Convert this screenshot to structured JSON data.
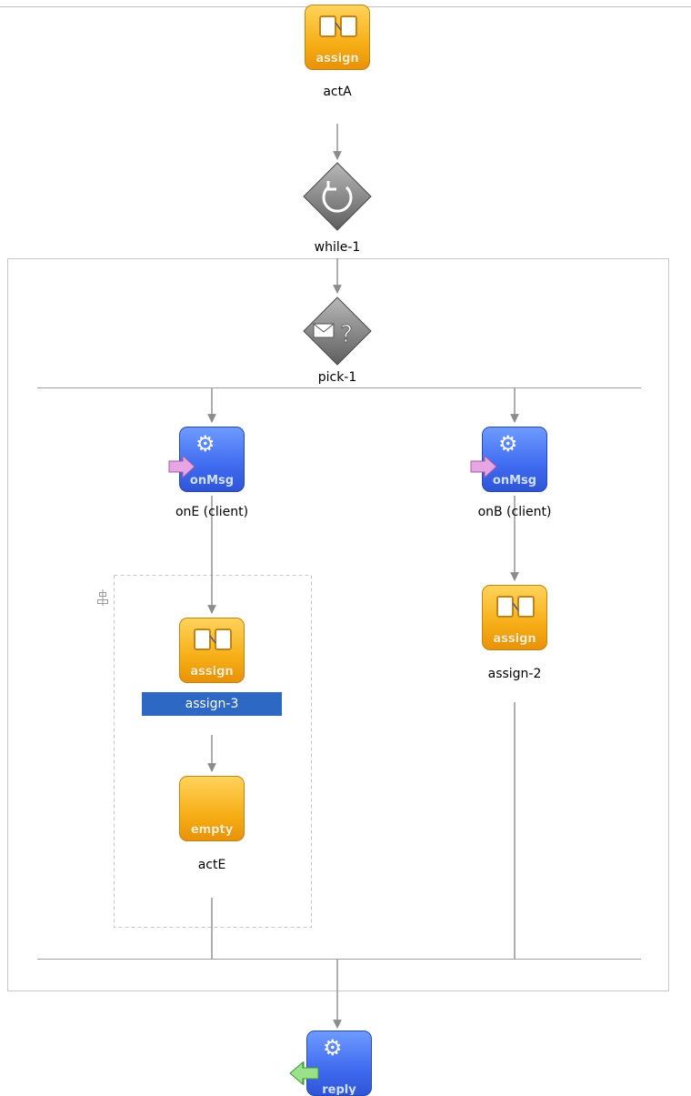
{
  "nodes": {
    "actA": {
      "label": "actA",
      "kind": "assign",
      "caption": "assign"
    },
    "while1": {
      "label": "while-1",
      "kind": "while"
    },
    "pick1": {
      "label": "pick-1",
      "kind": "pick"
    },
    "onE": {
      "label": "onE (client)",
      "kind": "onMessage",
      "caption": "onMsg"
    },
    "onB": {
      "label": "onB (client)",
      "kind": "onMessage",
      "caption": "onMsg"
    },
    "assign3": {
      "label": "assign-3",
      "kind": "assign",
      "caption": "assign",
      "selected": true
    },
    "assign2": {
      "label": "assign-2",
      "kind": "assign",
      "caption": "assign"
    },
    "actE": {
      "label": "actE",
      "kind": "empty",
      "caption": "empty"
    },
    "reply": {
      "label": "",
      "kind": "reply",
      "caption": "reply"
    }
  },
  "colors": {
    "activity_orange": "#f6ad15",
    "message_blue": "#3f6bf0",
    "selection_blue": "#2d68c4",
    "connector_gray": "#888888",
    "container_border": "#c8c8c8"
  },
  "icons": {
    "assign": "assign-documents-icon",
    "while": "loop-arrow-icon",
    "pick": "envelope-question-icon",
    "onMessage": "gear-icon",
    "reply": "gear-icon",
    "sequence_handle": "align-center-icon"
  }
}
